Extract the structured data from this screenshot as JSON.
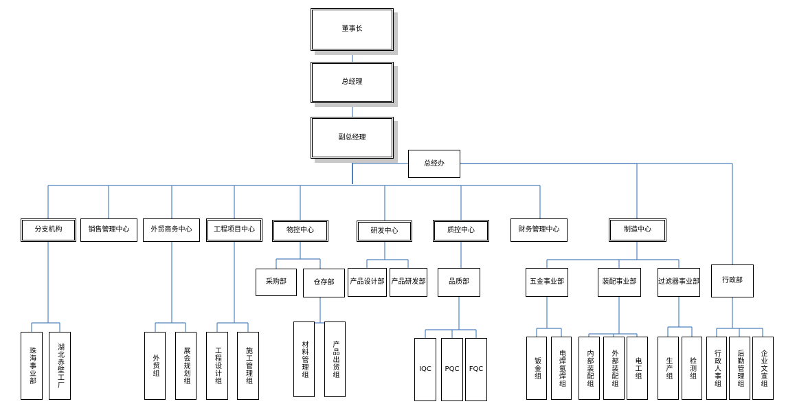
{
  "diagram": {
    "type": "org-chart",
    "line_color": "#4f81bd",
    "shadow_color": "#c8c8c8",
    "nodes": {
      "chairman": "董事长",
      "gm": "总经理",
      "deputy_gm": "副总经理",
      "gm_office": "总经办",
      "branch": "分支机构",
      "sales": "销售管理中心",
      "foreign_trade": "外贸商务中心",
      "engineering": "工程项目中心",
      "materials": "物控中心",
      "rnd": "研发中心",
      "qc_center": "质控中心",
      "finance": "财务管理中心",
      "manufacturing": "制造中心",
      "purchasing": "采购部",
      "warehouse": "仓存部",
      "product_design": "产品设计部",
      "product_rnd": "产品研发部",
      "quality": "品质部",
      "hardware": "五金事业部",
      "assembly": "装配事业部",
      "filter": "过滤器事业部",
      "admin": "行政部",
      "zhuhai": "珠海事业部",
      "hubei": "湖北赤壁工厂",
      "ft_group": "外贸组",
      "expo": "展会规划组",
      "eng_design": "工程设计组",
      "construction": "施工管理组",
      "material_mgmt": "材料管理组",
      "shipping": "产品出货组",
      "iqc": "IQC",
      "pqc": "PQC",
      "fqc": "FQC",
      "sheet_metal": "钣金组",
      "welding": "电焊氩焊组",
      "internal_assembly": "内部装配组",
      "external_assembly": "外部装配组",
      "electrician": "电工组",
      "production": "生产组",
      "inspection": "检测组",
      "hr": "行政人事组",
      "logistics": "后勤管理组",
      "culture": "企业文宣组"
    }
  }
}
